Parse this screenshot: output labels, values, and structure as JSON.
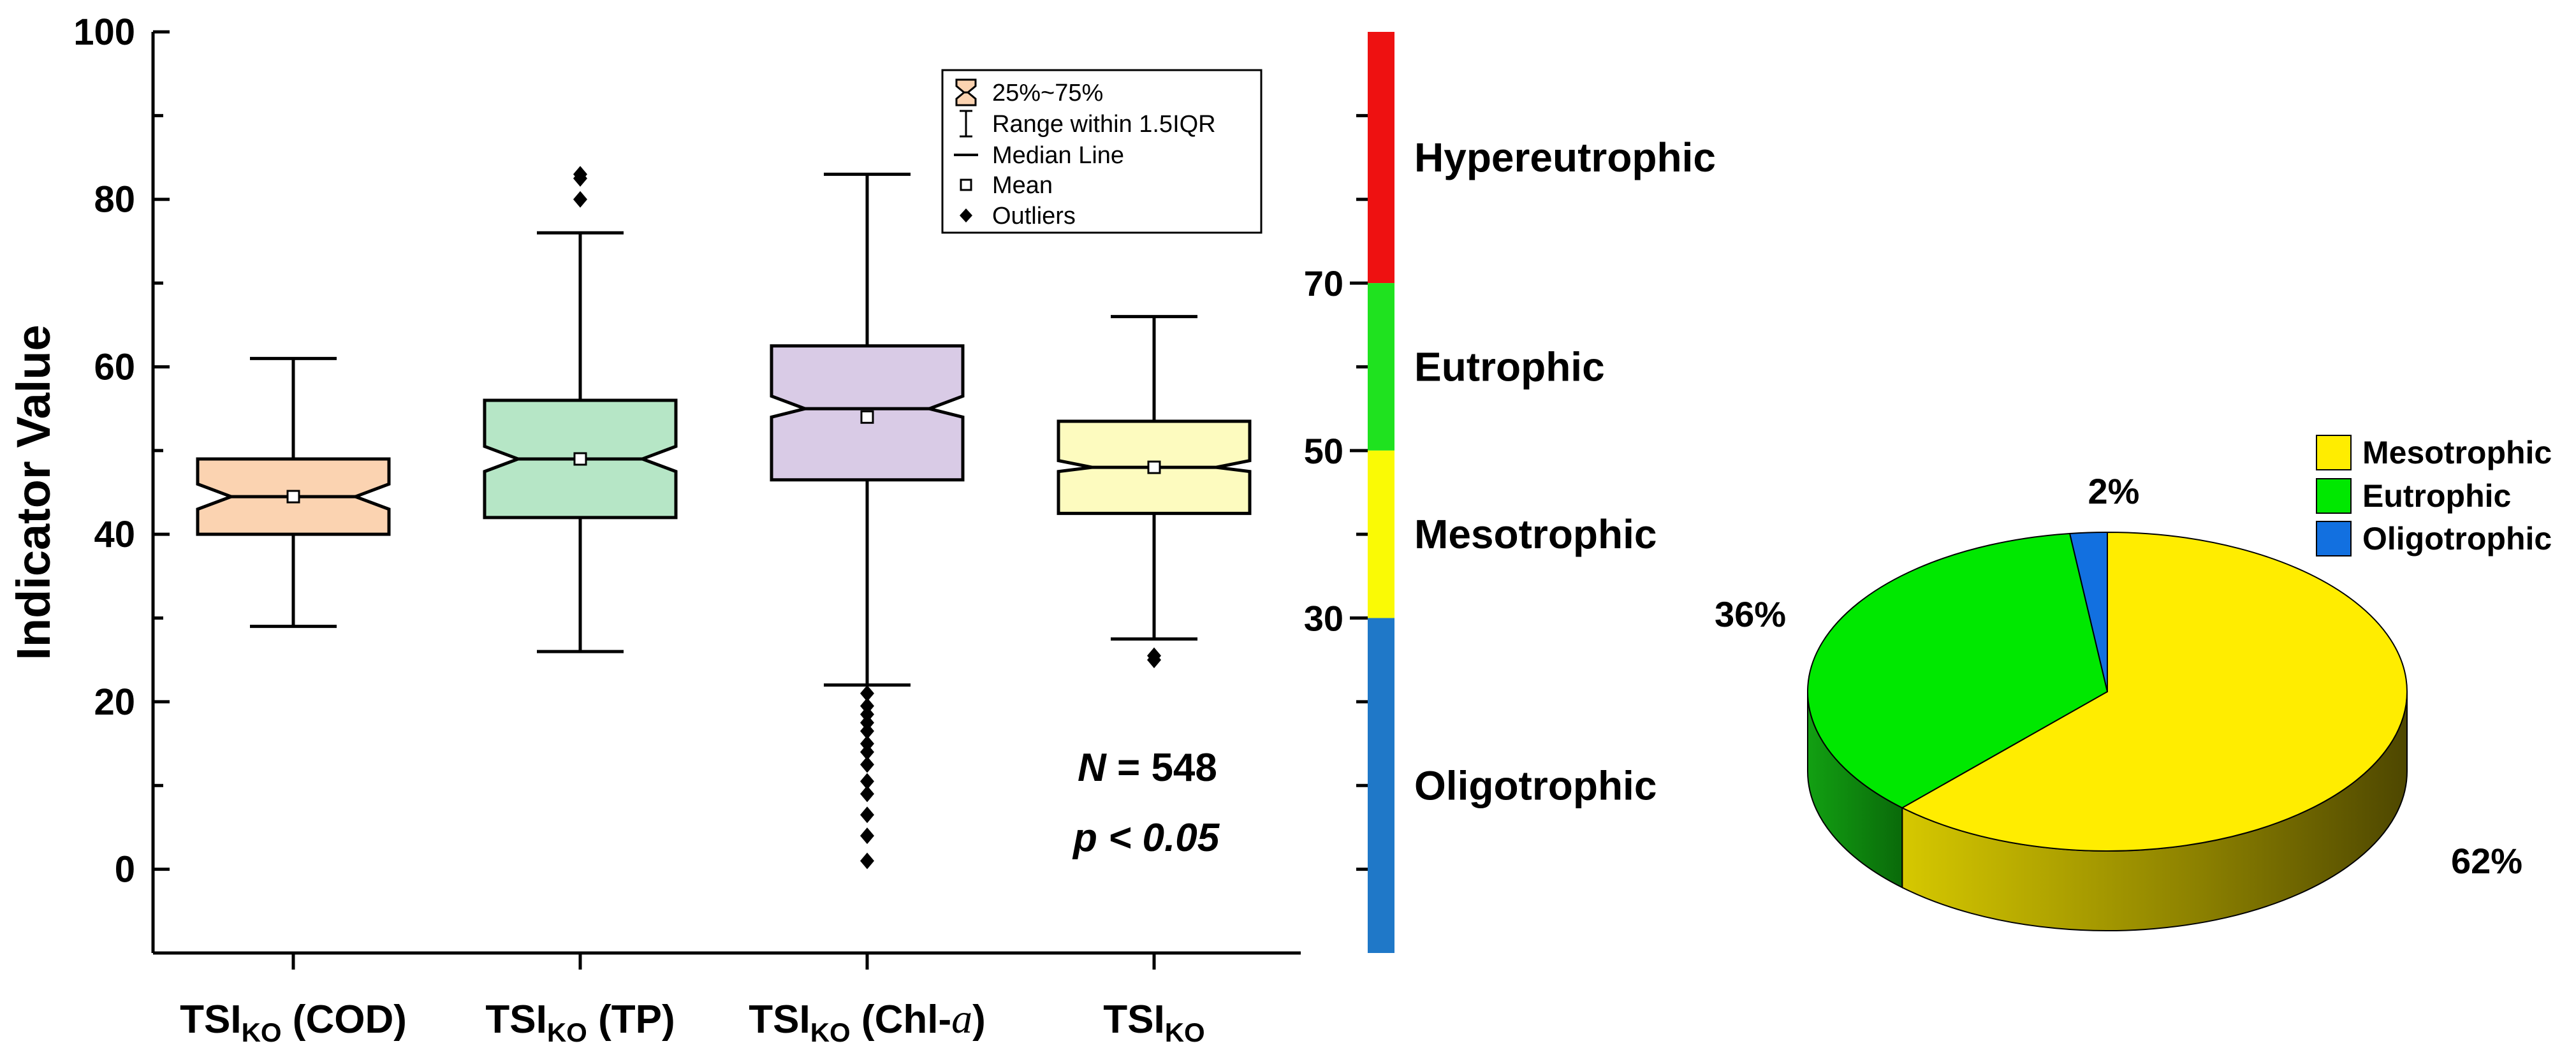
{
  "colors": {
    "box_fill": [
      "#fbd3b1",
      "#b6e6c6",
      "#d9cbe6",
      "#fdfbbf"
    ],
    "hypereutrophic": "#ee1111",
    "eutrophic": "#1fe21f",
    "mesotrophic": "#fafa05",
    "oligotrophic": "#1f78c8",
    "pie_meso": "#ffed00",
    "pie_eu": "#00e800",
    "pie_oligo": "#1270e0"
  },
  "chart_data": [
    {
      "type": "box",
      "ylabel": "Indicator Value",
      "ylim": [
        -10,
        100
      ],
      "yticks": [
        0,
        20,
        40,
        60,
        80,
        100
      ],
      "categories": [
        {
          "main": "TSI",
          "sub": "KO",
          "suffix": " (COD)",
          "italic_part": ""
        },
        {
          "main": "TSI",
          "sub": "KO",
          "suffix": " (TP)",
          "italic_part": ""
        },
        {
          "main": "TSI",
          "sub": "KO",
          "suffix": " (Chl-",
          "italic_part": "a",
          "close": ")"
        },
        {
          "main": "TSI",
          "sub": "KO",
          "suffix": "",
          "italic_part": ""
        }
      ],
      "boxes": [
        {
          "q1": 40,
          "median": 44.5,
          "q3": 49,
          "whisker_low": 29,
          "whisker_high": 61,
          "mean": 44.5,
          "notch_low": 43,
          "notch_high": 46,
          "outliers": []
        },
        {
          "q1": 42,
          "median": 49,
          "q3": 56,
          "whisker_low": 26,
          "whisker_high": 76,
          "mean": 49,
          "notch_low": 47.5,
          "notch_high": 50.5,
          "outliers": [
            80,
            82.5,
            83
          ]
        },
        {
          "q1": 46.5,
          "median": 55,
          "q3": 62.5,
          "whisker_low": 22,
          "whisker_high": 83,
          "mean": 54,
          "notch_low": 54,
          "notch_high": 56.5,
          "outliers": [
            21,
            19.5,
            18.5,
            17.5,
            16.5,
            15,
            14,
            12.5,
            10.5,
            9,
            6.5,
            4,
            1
          ]
        },
        {
          "q1": 42.5,
          "median": 48,
          "q3": 53.5,
          "whisker_low": 27.5,
          "whisker_high": 66,
          "mean": 48,
          "notch_low": 47.5,
          "notch_high": 48.8,
          "outliers": [
            25.5,
            25
          ]
        }
      ],
      "legend": [
        "25%~75%",
        "Range within 1.5IQR",
        "Median Line",
        "Mean",
        "Outliers"
      ],
      "annotation_n_label": "N",
      "annotation_n_value": " = 548",
      "annotation_p": "p < 0.05"
    },
    {
      "type": "scale",
      "ticks": [
        30,
        50,
        70
      ],
      "bands": [
        {
          "label": "Hypereutrophic",
          "from": 70,
          "to": 100
        },
        {
          "label": "Eutrophic",
          "from": 50,
          "to": 70
        },
        {
          "label": "Mesotrophic",
          "from": 30,
          "to": 50
        },
        {
          "label": "Oligotrophic",
          "from": -10,
          "to": 30
        }
      ]
    },
    {
      "type": "pie",
      "slices": [
        {
          "name": "Mesotrophic",
          "value": 62,
          "label": "62%"
        },
        {
          "name": "Eutrophic",
          "value": 36,
          "label": "36%"
        },
        {
          "name": "Oligotrophic",
          "value": 2,
          "label": "2%"
        }
      ],
      "legend": [
        "Mesotrophic",
        "Eutrophic",
        "Oligotrophic"
      ]
    }
  ]
}
